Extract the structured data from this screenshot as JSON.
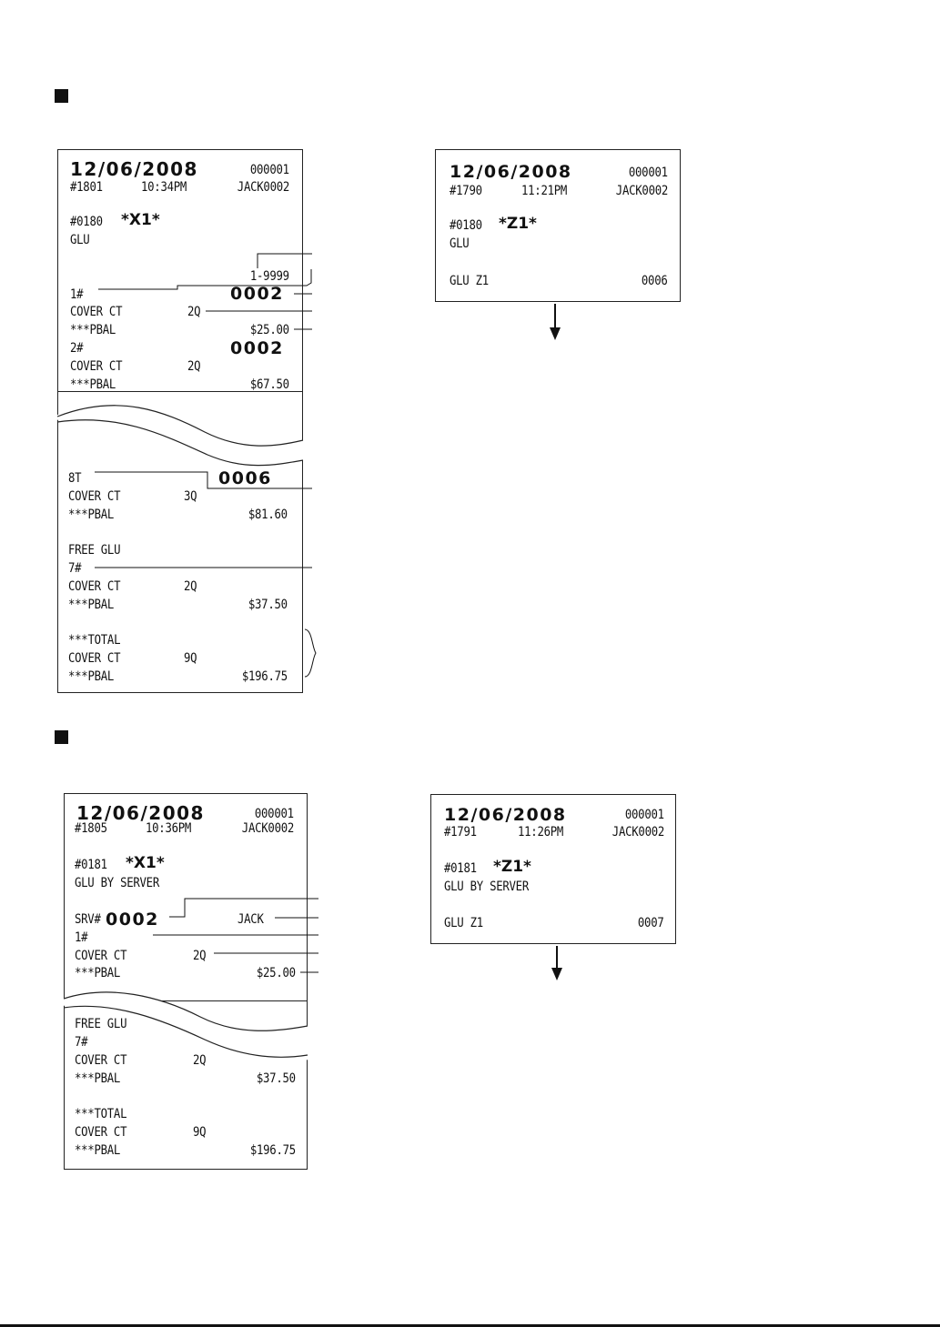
{
  "section1": {
    "x_report": {
      "date": "12/06/2008",
      "consecutive_no": "000001",
      "receipt_no": "#1801",
      "time": "10:34PM",
      "operator": "JACK0002",
      "report_code": "#0180",
      "mode_prefix": "*",
      "mode": "X1",
      "mode_suffix": "*",
      "report_name": "GLU",
      "range": "1-9999",
      "rows_top": [
        {
          "glu_no": "1#",
          "count": "0002",
          "cover_label": "COVER CT",
          "cover_qty": "2Q",
          "pbal_label": "***PBAL",
          "pbal": "$25.00"
        },
        {
          "glu_no": "2#",
          "count": "0002",
          "cover_label": "COVER CT",
          "cover_qty": "2Q",
          "pbal_label": "***PBAL",
          "pbal": "$67.50"
        }
      ],
      "row_8t": {
        "glu_no": "8T",
        "count": "0006",
        "cover_label": "COVER CT",
        "cover_qty": "3Q",
        "pbal_label": "***PBAL",
        "pbal": "$81.60"
      },
      "free_label": "FREE GLU",
      "row_7": {
        "glu_no": "7#",
        "cover_label": "COVER CT",
        "cover_qty": "2Q",
        "pbal_label": "***PBAL",
        "pbal": "$37.50"
      },
      "total": {
        "label": "***TOTAL",
        "cover_label": "COVER CT",
        "cover_qty": "9Q",
        "pbal_label": "***PBAL",
        "pbal": "$196.75"
      }
    },
    "z_report": {
      "date": "12/06/2008",
      "consecutive_no": "000001",
      "receipt_no": "#1790",
      "time": "11:21PM",
      "operator": "JACK0002",
      "report_code": "#0180",
      "mode_prefix": "*",
      "mode": "Z1",
      "mode_suffix": "*",
      "report_name": "GLU",
      "counter_label": "GLU Z1",
      "counter": "0006"
    }
  },
  "section2": {
    "x_report": {
      "date": "12/06/2008",
      "consecutive_no": "000001",
      "receipt_no": "#1805",
      "time": "10:36PM",
      "operator": "JACK0002",
      "report_code": "#0181",
      "mode_prefix": "*",
      "mode": "X1",
      "mode_suffix": "*",
      "report_name": "GLU BY SERVER",
      "srv_label": "SRV#",
      "srv_no": "0002",
      "srv_name": "JACK",
      "row_1": {
        "glu_no": "1#",
        "cover_label": "COVER CT",
        "cover_qty": "2Q",
        "pbal_label": "***PBAL",
        "pbal": "$25.00"
      },
      "free_label": "FREE GLU",
      "row_7": {
        "glu_no": "7#",
        "cover_label": "COVER CT",
        "cover_qty": "2Q",
        "pbal_label": "***PBAL",
        "pbal": "$37.50"
      },
      "total": {
        "label": "***TOTAL",
        "cover_label": "COVER CT",
        "cover_qty": "9Q",
        "pbal_label": "***PBAL",
        "pbal": "$196.75"
      }
    },
    "z_report": {
      "date": "12/06/2008",
      "consecutive_no": "000001",
      "receipt_no": "#1791",
      "time": "11:26PM",
      "operator": "JACK0002",
      "report_code": "#0181",
      "mode_prefix": "*",
      "mode": "Z1",
      "mode_suffix": "*",
      "report_name": "GLU BY SERVER",
      "counter_label": "GLU Z1",
      "counter": "0007"
    }
  },
  "icons": {
    "section_marker": "square-bullet-icon",
    "continue_arrow": "arrow-down-icon",
    "group_brace": "right-brace-icon"
  },
  "colors": {
    "ink": "#111111",
    "paper": "#ffffff"
  }
}
